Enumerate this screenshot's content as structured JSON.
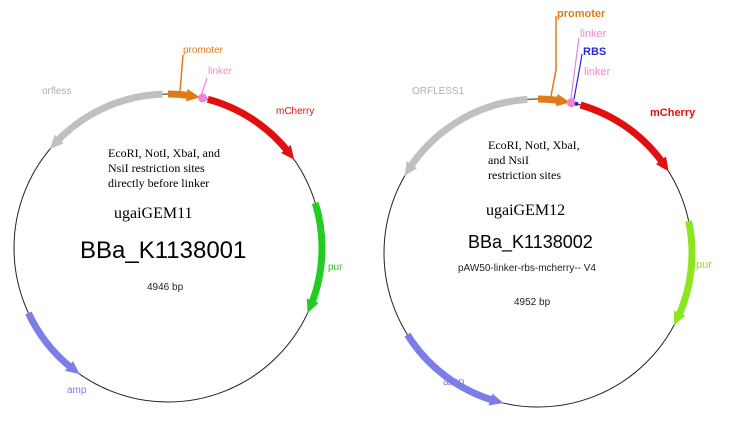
{
  "map1": {
    "notes": [
      "EcoRI, NotI, XbaI, and",
      "NsiI restriction sites",
      "directly before linker"
    ],
    "name": "ugaiGEM11",
    "part_id": "BBa_K1138001",
    "size": "4946 bp",
    "features": [
      {
        "label": "orfless",
        "color": "#c0c0c0"
      },
      {
        "label": "promoter",
        "color": "#e07b1a"
      },
      {
        "label": "linker",
        "color": "#ef84d6"
      },
      {
        "label": "mCherry",
        "color": "#e01010"
      },
      {
        "label": "pur",
        "color": "#22cc22"
      },
      {
        "label": "amp",
        "color": "#7b7ee6"
      }
    ]
  },
  "map2": {
    "notes": [
      "EcoRI, NotI, XbaI,",
      "and NsiI",
      "restriction sites"
    ],
    "name": "ugaiGEM12",
    "part_id": "BBa_K1138002",
    "subtitle": "pAW50-linker-rbs-mcherry-- V4",
    "size": "4952 bp",
    "features": [
      {
        "label": "ORFLESS1",
        "color": "#c0c0c0"
      },
      {
        "label": "promoter",
        "color": "#e07b1a"
      },
      {
        "label": "linker",
        "color": "#ef84d6"
      },
      {
        "label": "RBS",
        "color": "#2a2acc"
      },
      {
        "label": "mCherry",
        "color": "#e01010"
      },
      {
        "label": "pur",
        "color": "#8ce61e"
      },
      {
        "label": "amp",
        "color": "#7b7ee6"
      }
    ]
  }
}
